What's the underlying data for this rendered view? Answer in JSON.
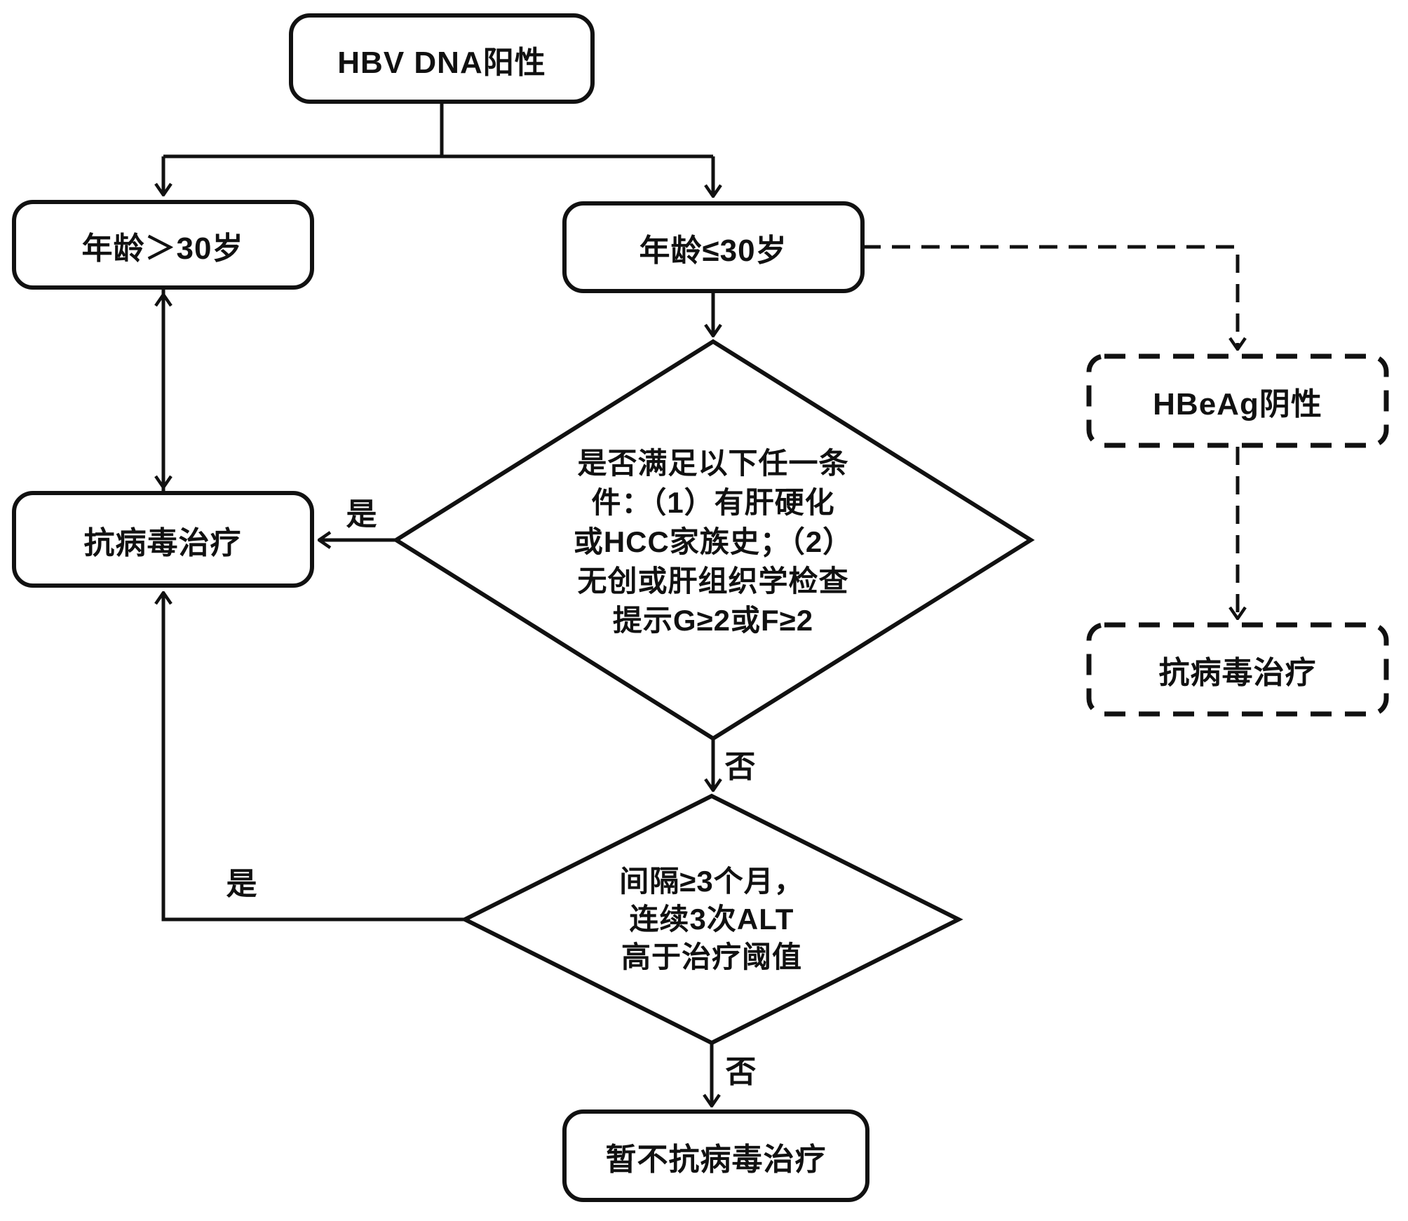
{
  "canvas": {
    "background": "#ffffff",
    "line_color": "#111111"
  },
  "nodes": {
    "hbv_dna_positive": {
      "label": "HBV DNA阳性"
    },
    "age_over_30": {
      "label": "年龄＞30岁"
    },
    "age_under_30": {
      "label": "年龄≤30岁"
    },
    "antiviral_treatment": {
      "label": "抗病毒治疗"
    },
    "decision_condition": {
      "label": "是否满足以下任一条\n件：（1）有肝硬化\n或HCC家族史；（2）\n无创或肝组织学检查\n提示G≥2或F≥2"
    },
    "decision_alt": {
      "label": "间隔≥3个月，\n连续3次ALT\n高于治疗阈值"
    },
    "no_antiviral_yet": {
      "label": "暂不抗病毒治疗"
    },
    "hbeag_negative": {
      "label": "HBeAg阴性"
    },
    "antiviral_treatment_dashed": {
      "label": "抗病毒治疗"
    }
  },
  "edge_labels": {
    "decision1_yes": "是",
    "decision1_no": "否",
    "decision2_yes": "是",
    "decision2_no": "否"
  }
}
